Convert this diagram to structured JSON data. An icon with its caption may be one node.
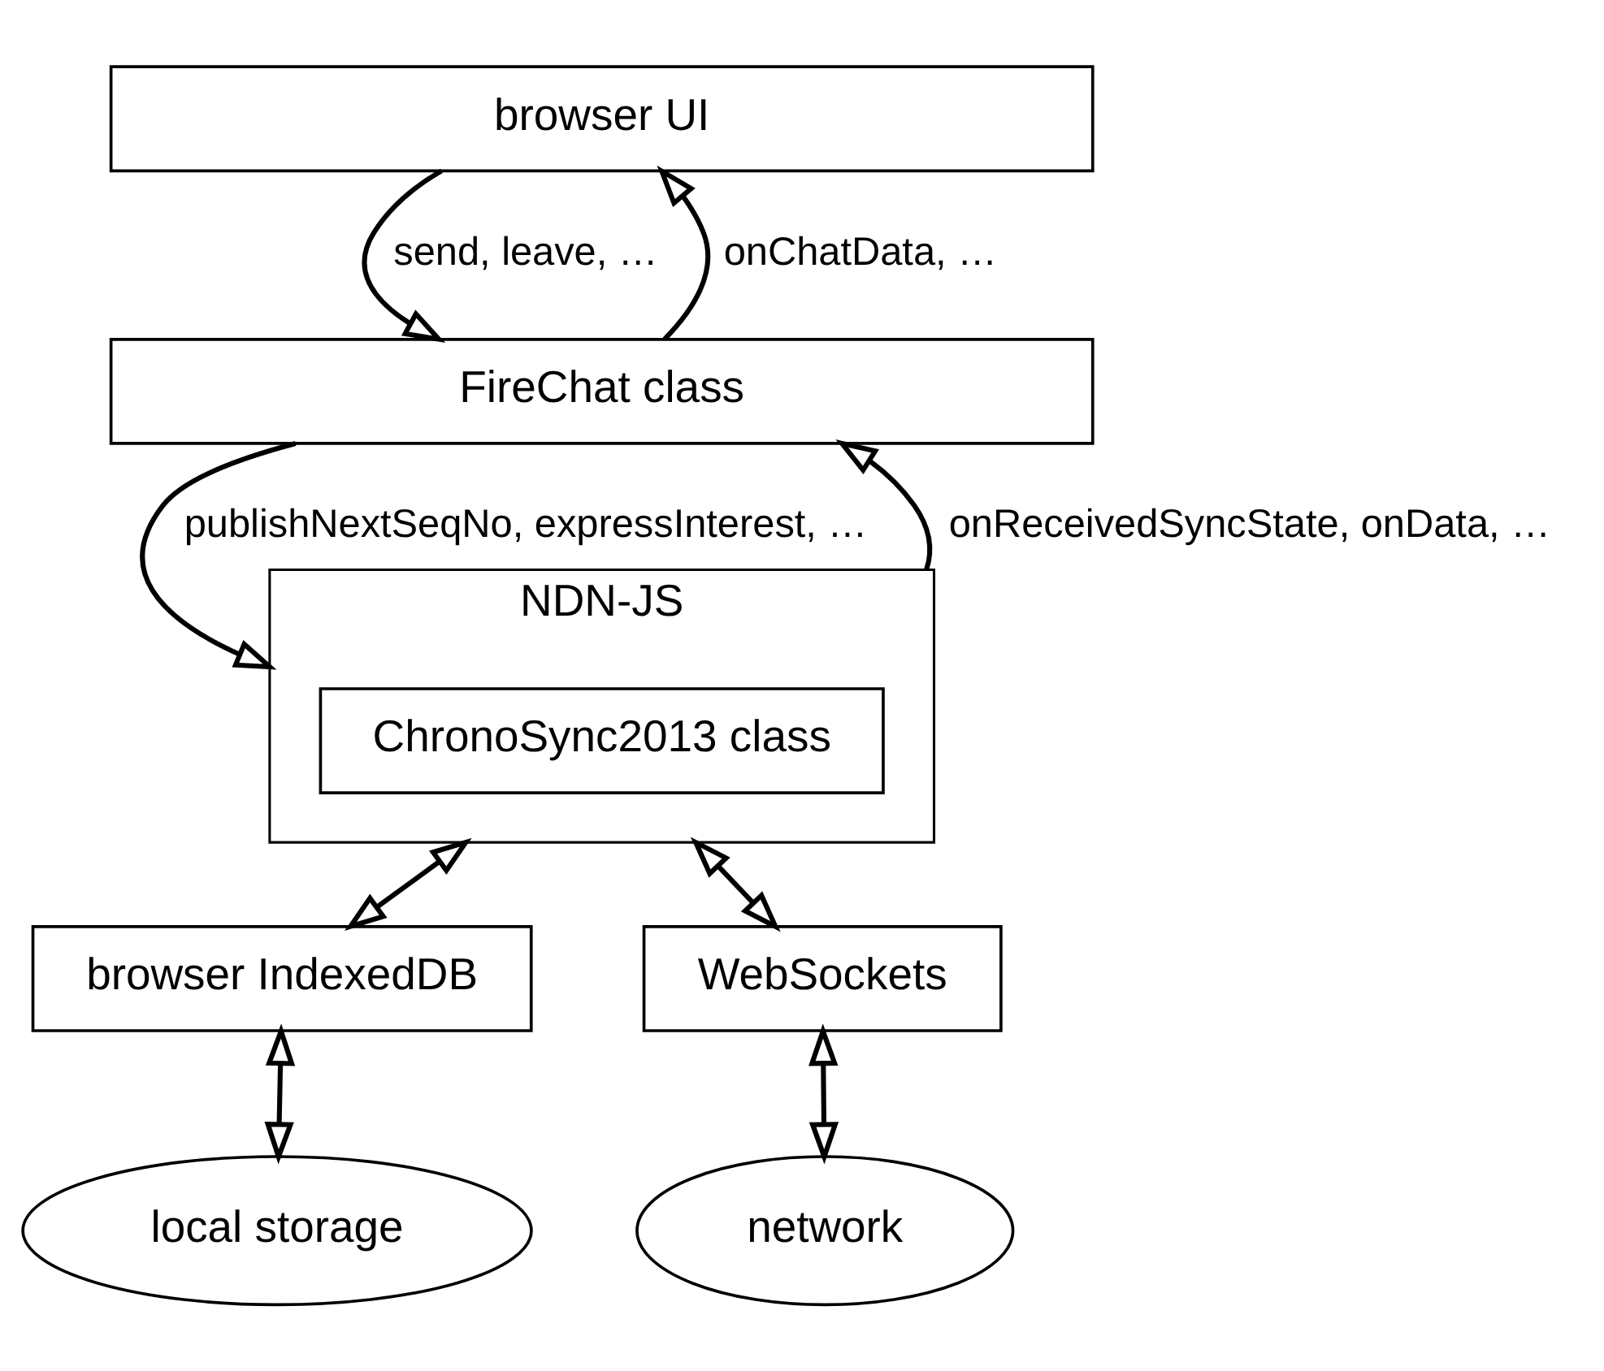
{
  "diagram": {
    "nodes": [
      {
        "text": [
          "browser UI"
        ]
      },
      {
        "text": [
          "FireChat class"
        ]
      },
      {
        "text": [
          "NDN-JS"
        ]
      },
      {
        "text": [
          "ChronoSync2013 class"
        ],
        "in": 2
      },
      {
        "text": [
          "browser IndexedDB"
        ]
      },
      {
        "text": [
          "WebSockets"
        ]
      },
      {
        "text": [
          "local storage"
        ]
      },
      {
        "text": [
          "network"
        ]
      }
    ],
    "edges": [
      {
        "from": 0,
        "to": 1,
        "arrow": "to",
        "label": "send, leave, …"
      },
      {
        "from": 1,
        "to": 0,
        "arrow": "to",
        "label": "onChatData, …"
      },
      {
        "from": 1,
        "to": 2,
        "arrow": "to",
        "label": "publishNextSeqNo, expressInterest, …"
      },
      {
        "from": 2,
        "to": 1,
        "arrow": "to",
        "label": "onReceivedSyncState, onData, …"
      },
      {
        "from": 2,
        "to": 4,
        "arrow": "both"
      },
      {
        "from": 2,
        "to": 5,
        "arrow": "both"
      },
      {
        "from": 4,
        "to": 6,
        "arrow": "both"
      },
      {
        "from": 5,
        "to": 7,
        "arrow": "both"
      }
    ]
  }
}
